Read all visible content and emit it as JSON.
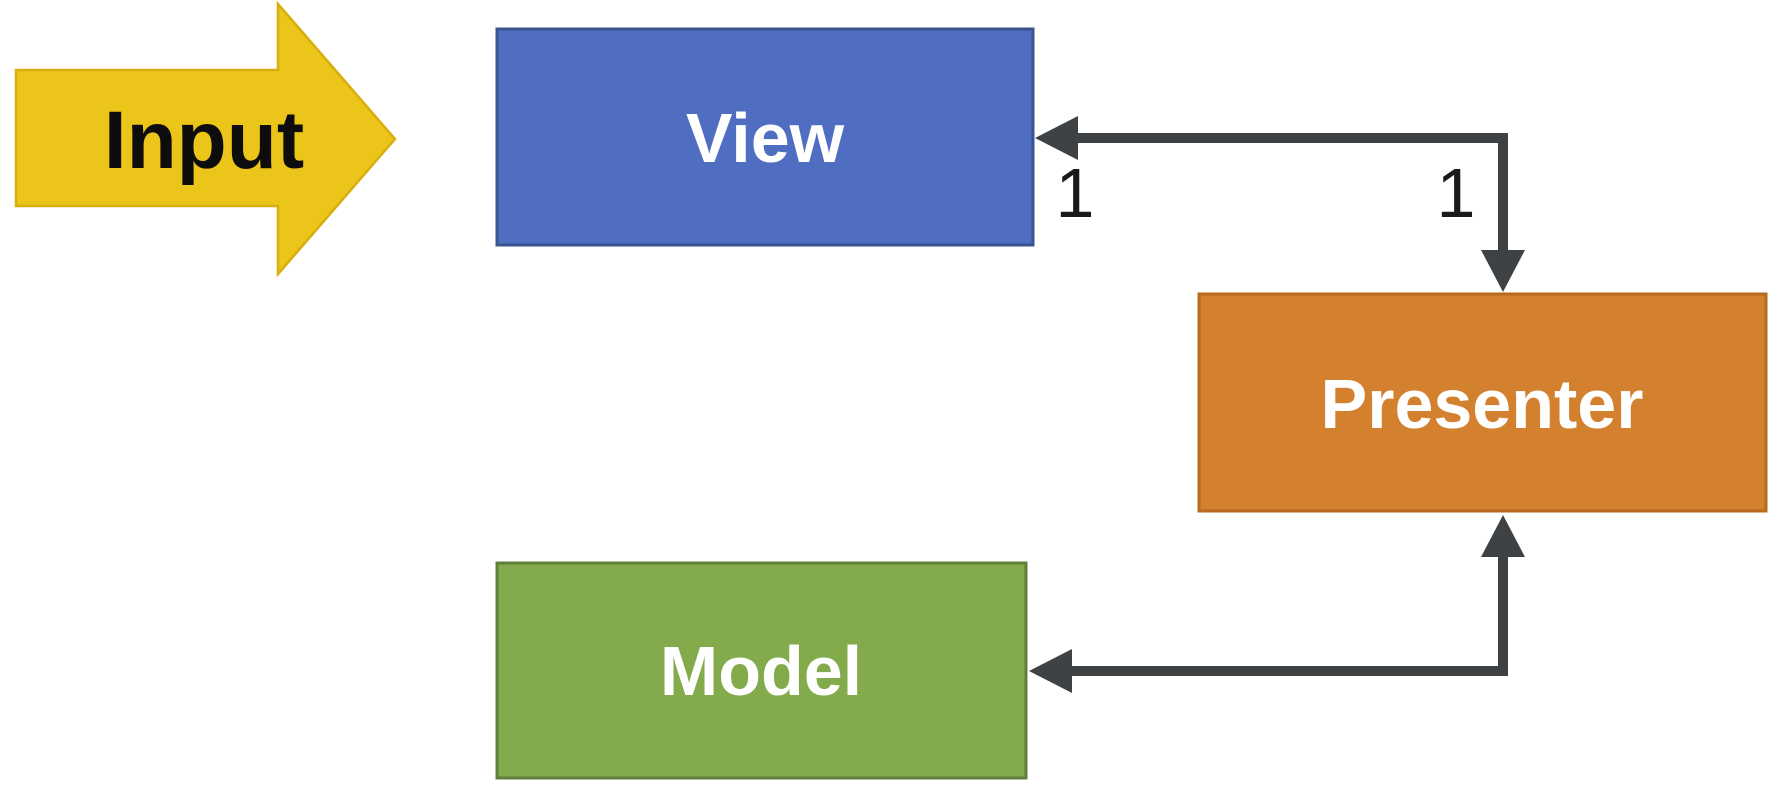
{
  "canvas": {
    "background": "#FFFFFF"
  },
  "input_arrow": {
    "label": "Input",
    "fill": "#ECC51B",
    "border": "#D8AE0C",
    "text_color": "#0D0D0D"
  },
  "boxes": {
    "view": {
      "label": "View",
      "fill": "#4F6DC1",
      "border": "#39548F",
      "text_color": "#FFFFFF"
    },
    "presenter": {
      "label": "Presenter",
      "fill": "#D3802F",
      "border": "#BA6A1E",
      "text_color": "#FFFFFF"
    },
    "model": {
      "label": "Model",
      "fill": "#83AA4B",
      "border": "#5E8038",
      "text_color": "#FFFFFF"
    }
  },
  "connectors": {
    "color": "#3F4245",
    "multiplicity_color": "#1A1A1A",
    "multiplicities": {
      "view_end": "1",
      "presenter_end": "1"
    }
  }
}
